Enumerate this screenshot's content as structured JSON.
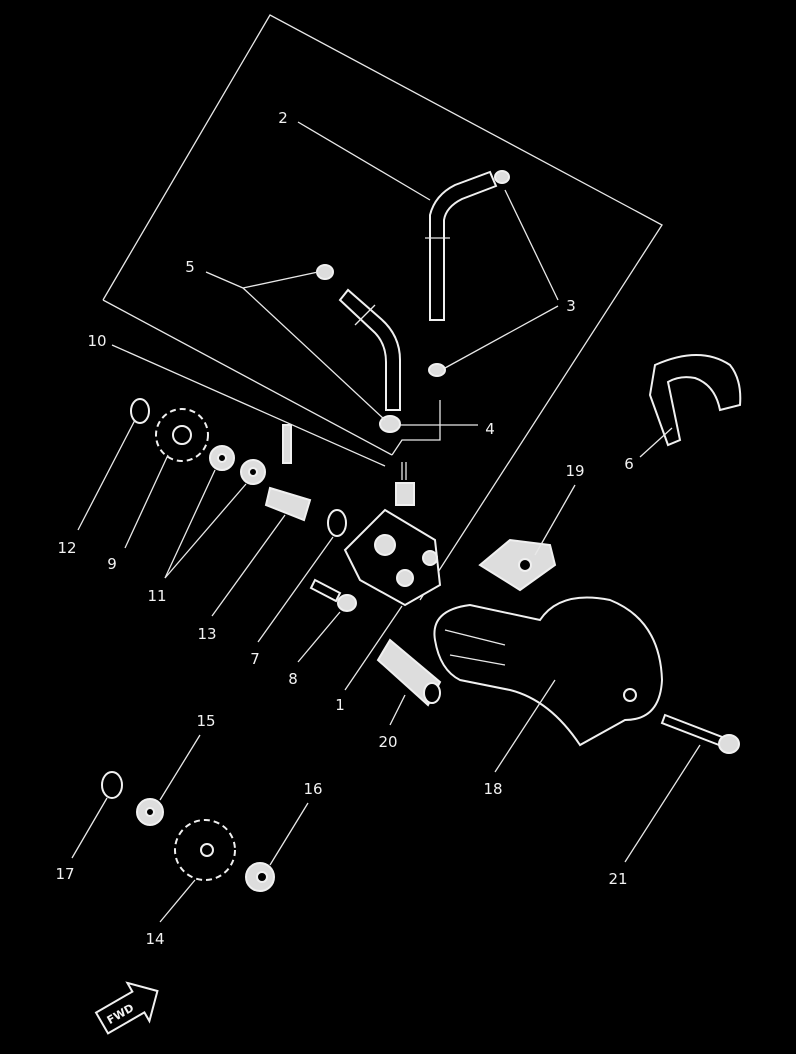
{
  "diagram": {
    "callouts": [
      "1",
      "2",
      "3",
      "4",
      "5",
      "6",
      "7",
      "8",
      "9",
      "10",
      "11",
      "12",
      "13",
      "14",
      "15",
      "16",
      "17",
      "18",
      "19",
      "20",
      "21"
    ],
    "direction_arrow": "FWD",
    "colors": {
      "background": "#000000",
      "line": "#e8e8e8"
    }
  }
}
